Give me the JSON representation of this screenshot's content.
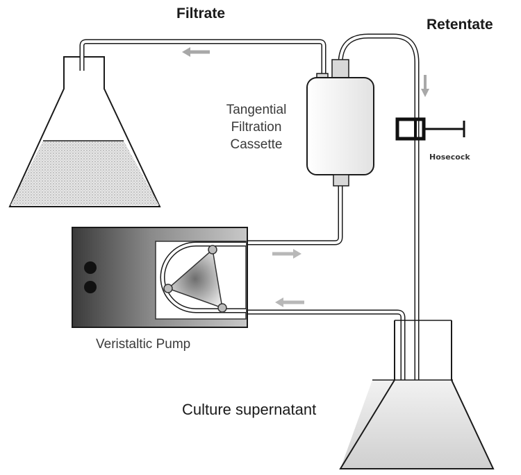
{
  "labels": {
    "filtrate": "Filtrate",
    "retentate": "Retentate",
    "cassette_line1": "Tangential",
    "cassette_line2": "Filtration",
    "cassette_line3": "Cassette",
    "hosecock": "Hosecock",
    "pump": "Veristaltic Pump",
    "supernatant": "Culture supernatant"
  },
  "colors": {
    "line": "#1a1a1a",
    "tube_fill": "#ffffff",
    "arrow": "#a8a8a8",
    "liquid": "#d9d9d9"
  }
}
